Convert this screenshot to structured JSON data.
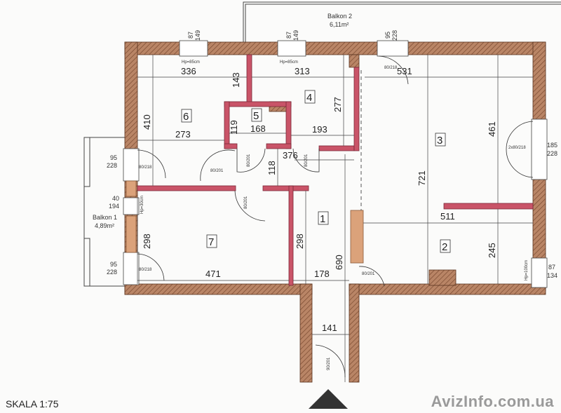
{
  "plan": {
    "scale": "SKALA 1:75",
    "watermark": "AvizInfo.com.ua",
    "colors": {
      "exterior_wall": "#b27a5a",
      "interior_wall": "#c95468",
      "pillar": "#dba27a"
    },
    "balconies": [
      {
        "name": "Balkon 2",
        "area": "6,11m²"
      },
      {
        "name": "Balkon 1",
        "area": "4,89m²"
      }
    ],
    "rooms": [
      "1",
      "2",
      "3",
      "4",
      "5",
      "6",
      "7"
    ],
    "windows": [
      {
        "top": "87",
        "bottom": "149",
        "sill": "Hp=85cm"
      },
      {
        "top": "87",
        "bottom": "149",
        "sill": "Hp=85cm"
      },
      {
        "top": "95",
        "bottom": "228"
      },
      {
        "top": "95",
        "bottom": "228"
      },
      {
        "top": "40",
        "bottom": "194",
        "sill": "Hp=30cm"
      },
      {
        "top": "95",
        "bottom": "228"
      },
      {
        "top": "185",
        "bottom": "228"
      },
      {
        "top": "87",
        "bottom": "134",
        "sill": "Hp=100cm"
      }
    ],
    "doors": {
      "d80_218": "80/218",
      "d80_201": "80/201",
      "d2x80_218": "2x80/218",
      "d90_201": "90/201",
      "d80_201b": "80/201"
    },
    "dimensions": {
      "r6_width": "336",
      "r6_top": "143",
      "r6_height": "410",
      "r6_bottom": "273",
      "r4_width": "313",
      "r4_height": "277",
      "r4_bottom": "193",
      "r5_height": "119",
      "r5_width": "168",
      "hall_width": "376",
      "hall_height": "118",
      "r3_width": "531",
      "r3_height": "461",
      "total_height": "721",
      "r2_width": "511",
      "r2_height": "245",
      "r7_height": "298",
      "r7_width": "471",
      "r1_height": "298",
      "r1_width": "178",
      "r1_length": "690",
      "entry_width": "141"
    }
  }
}
